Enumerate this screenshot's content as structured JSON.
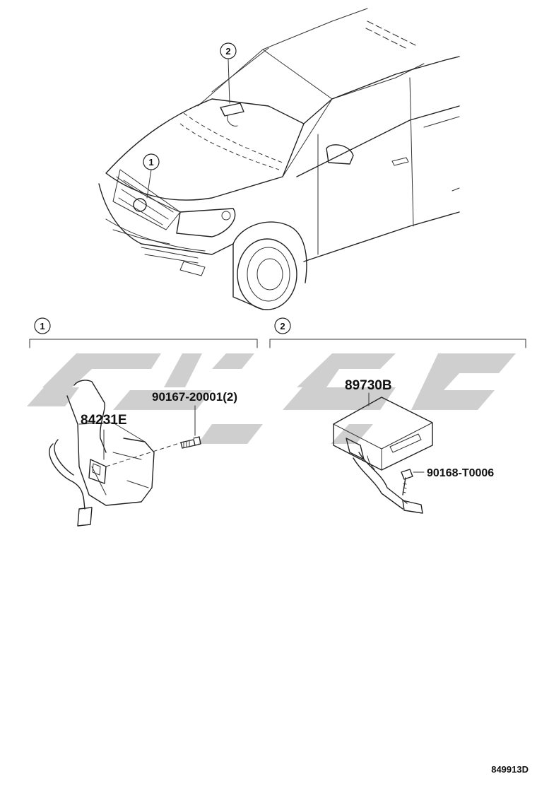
{
  "callouts": {
    "vehicle_1": "1",
    "vehicle_2": "2",
    "group_1": "1",
    "group_2": "2"
  },
  "parts": {
    "horn_assy": "84231E",
    "horn_bolt": "90167-20001(2)",
    "module_assy": "89730B",
    "module_screw": "90168-T0006"
  },
  "figure_id": "849913D",
  "watermark": {
    "color": "#cfcfcf",
    "kind": "logo"
  }
}
